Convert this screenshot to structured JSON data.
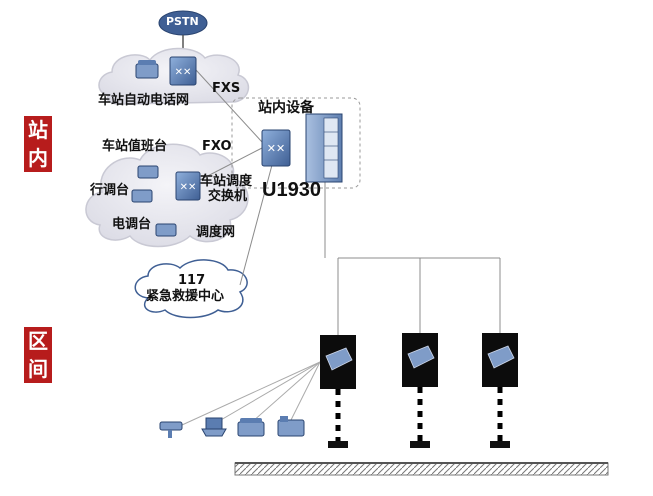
{
  "zones": {
    "inside": [
      "站",
      "内"
    ],
    "section": [
      "区",
      "间"
    ]
  },
  "labels": {
    "pstn": "PSTN",
    "fxs": "FXS",
    "fxo": "FXO",
    "station_auto_phone_net": "车站自动电话网",
    "station_equipment": "站内设备",
    "station_duty_desk": "车站值班台",
    "train_dispatch_desk": "行调台",
    "power_dispatch_desk": "电调台",
    "dispatch_switch": [
      "车站调度",
      "交换机"
    ],
    "dispatch_net": "调度网",
    "emergency_number": "117",
    "emergency_center": "紧急救援中心",
    "device_model": "U1930"
  },
  "colors": {
    "zone_red": "#b71c1c",
    "cloud_fill": "#e6e6ee",
    "device_blue": "#5b7db1",
    "wire": "#8c8c8c"
  }
}
